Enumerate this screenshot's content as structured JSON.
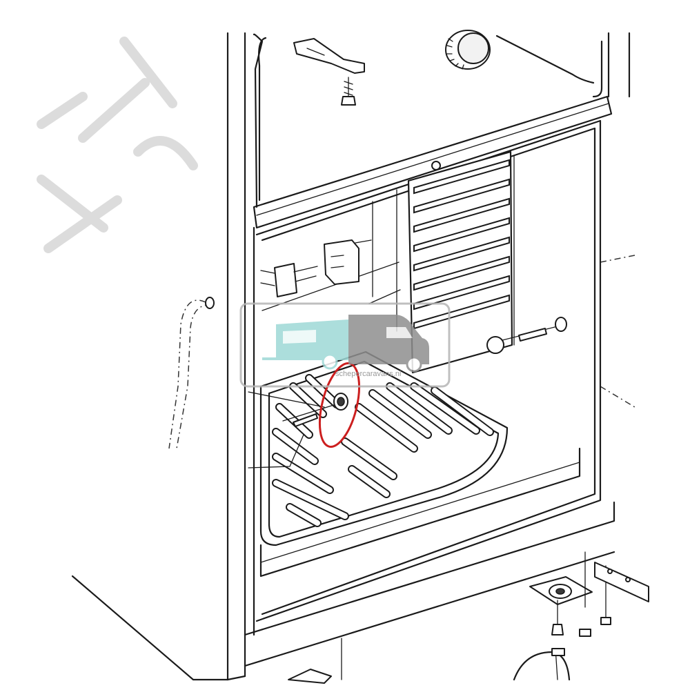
{
  "diagram": {
    "watermark": {
      "url_text": "schepercaravans.nl",
      "colors": {
        "caravan": "#9ed9d6",
        "camper": "#8f8f8f",
        "frame": "#b5b5b5"
      }
    },
    "highlight": {
      "shape": "ellipse",
      "color": "#cc1f1f",
      "target": "screw-with-grommet"
    },
    "line_color": "#1a1a1a",
    "background": "#ffffff"
  }
}
